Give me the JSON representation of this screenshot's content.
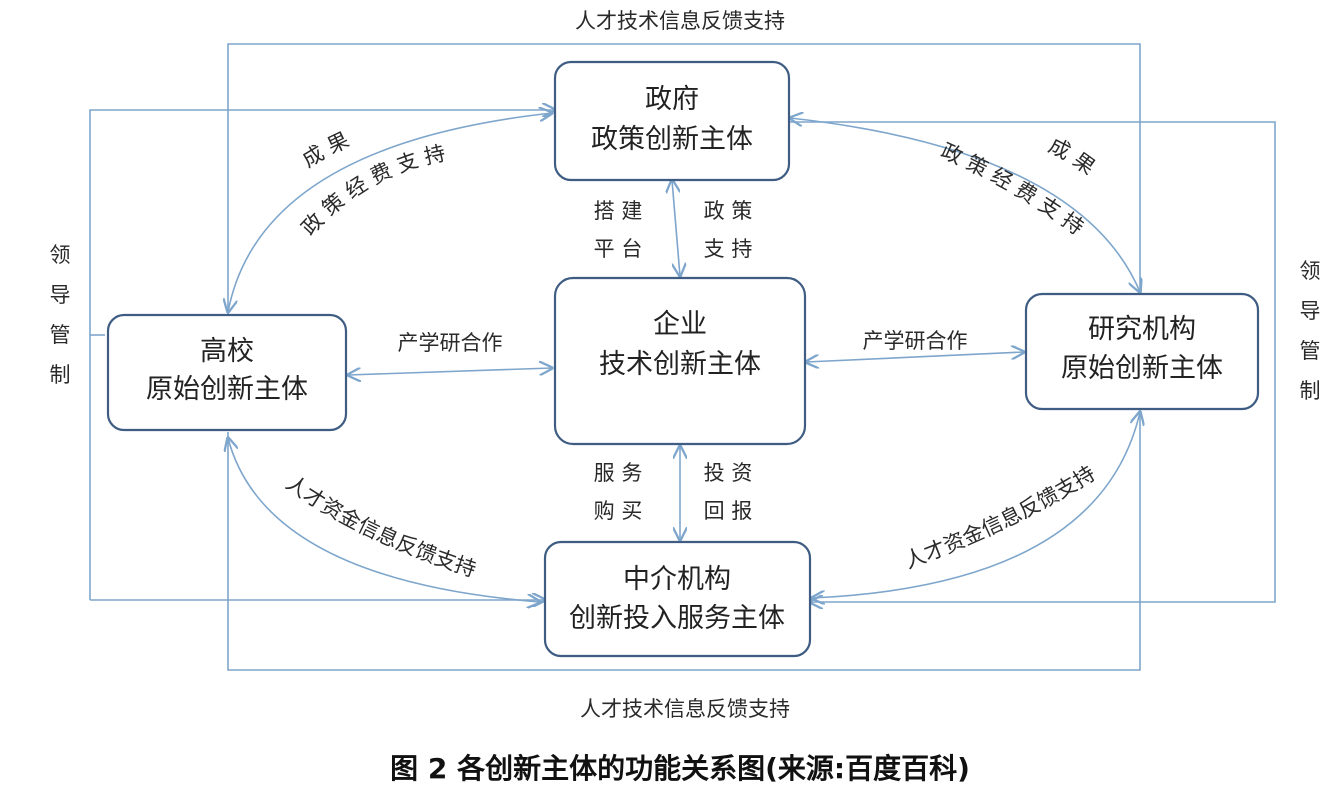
{
  "nodes": {
    "government": {
      "name": "政府",
      "role": "政策创新主体"
    },
    "enterprise": {
      "name": "企业",
      "role": "技术创新主体"
    },
    "university": {
      "name": "高校",
      "role": "原始创新主体"
    },
    "research": {
      "name": "研究机构",
      "role": "原始创新主体"
    },
    "intermediary": {
      "name": "中介机构",
      "role": "创新投入服务主体"
    }
  },
  "labels": {
    "top_loop": "人才技术信息反馈支持",
    "bottom_loop": "人才技术信息反馈支持",
    "left_control": "领导管制",
    "right_control": "领导管制",
    "gov_univ_policy": "政策经费支持",
    "gov_univ_result": "成果",
    "gov_research_policy": "政策经费支持",
    "gov_research_result": "成果",
    "gov_ent_build": "搭建平台",
    "gov_ent_policy": "政策支持",
    "univ_ent": "产学研合作",
    "ent_research": "产学研合作",
    "ent_inter_service": "服务购买",
    "ent_inter_invest": "投资回报",
    "univ_inter": "人才资金信息反馈支持",
    "research_inter": "人才资金信息反馈支持"
  },
  "caption": "图 2  各创新主体的功能关系图(来源:百度百科)"
}
